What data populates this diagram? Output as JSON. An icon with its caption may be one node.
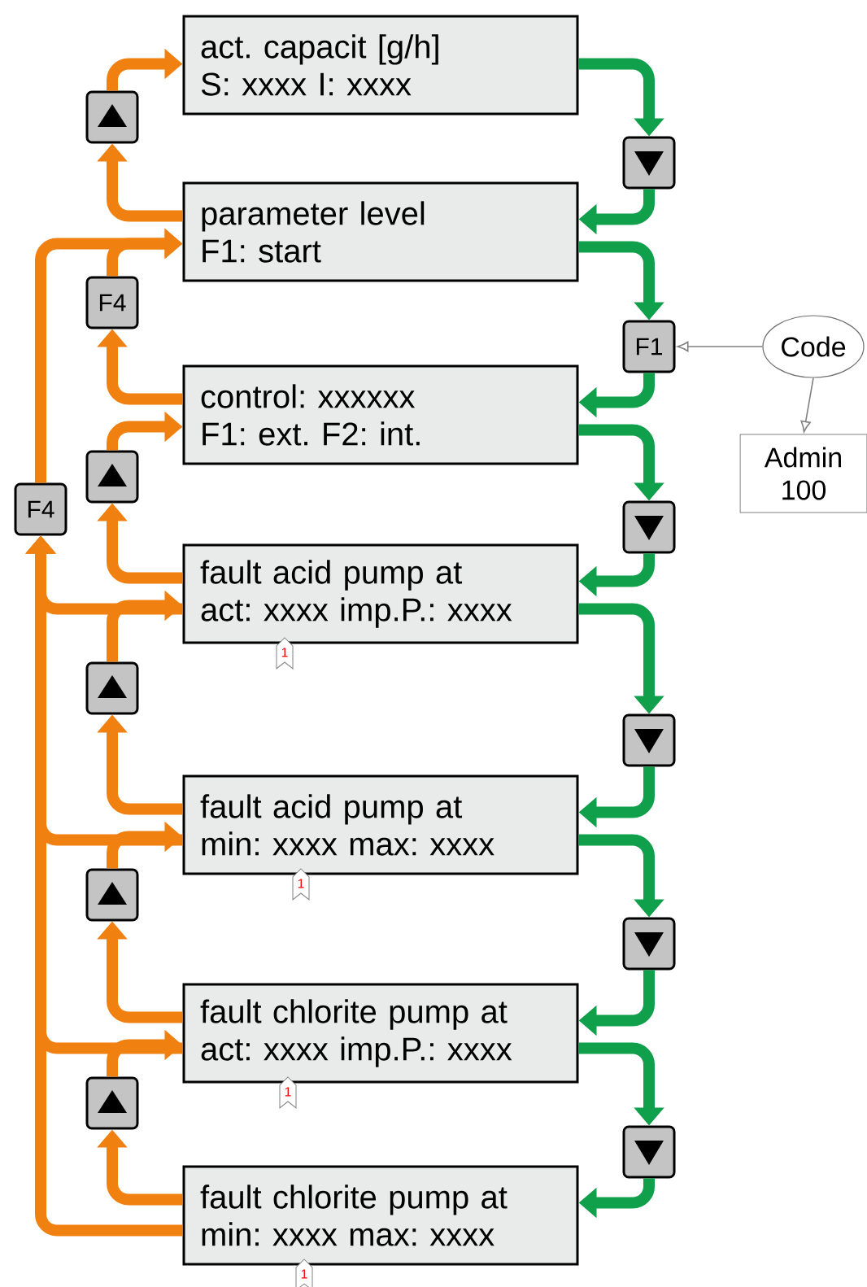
{
  "diagram": {
    "nodes": [
      {
        "text": [
          "act. capacit [g/h]",
          "S: xxxx I: xxxx"
        ]
      },
      {
        "text": [],
        "shape": "box"
      },
      {
        "text": [],
        "shape": "box"
      },
      {
        "text": [
          "parameter level",
          "F1: start"
        ]
      },
      {
        "text": [
          "F4"
        ]
      },
      {
        "text": [
          "F1"
        ]
      },
      {
        "text": [
          "Code"
        ]
      },
      {
        "text": [
          "Admin 100"
        ]
      },
      {
        "text": [
          "control: xxxxxx",
          "F1: ext. F2: int."
        ]
      },
      {
        "text": [],
        "shape": "box"
      },
      {
        "text": [],
        "shape": "box"
      },
      {
        "text": [
          "F4"
        ]
      },
      {
        "text": [
          "fault acid pump at",
          "act: xxxx imp.P.: xxxx"
        ],
        "beside": [
          "1"
        ]
      },
      {
        "text": [],
        "shape": "box"
      },
      {
        "text": [],
        "shape": "box"
      },
      {
        "text": [
          "fault acid pump at",
          "min: xxxx max: xxxx"
        ],
        "beside": [
          "1"
        ]
      },
      {
        "text": [],
        "shape": "box"
      },
      {
        "text": [],
        "shape": "box"
      },
      {
        "text": [
          "fault chlorite pump at",
          "act: xxxx imp.P.: xxxx"
        ],
        "beside": [
          "1"
        ]
      },
      {
        "text": [],
        "shape": "box"
      },
      {
        "text": [],
        "shape": "box"
      },
      {
        "text": [
          "fault chlorite pump at",
          "min: xxxx max: xxxx"
        ],
        "beside": [
          "1"
        ]
      }
    ],
    "edges": [
      {
        "from": 3,
        "to": 1,
        "arrow": "to"
      },
      {
        "from": 1,
        "to": 0,
        "arrow": "to"
      },
      {
        "from": 8,
        "to": 4,
        "arrow": "to"
      },
      {
        "from": 4,
        "to": 3,
        "arrow": "to"
      },
      {
        "from": 12,
        "to": 9,
        "arrow": "to"
      },
      {
        "from": 9,
        "to": 8,
        "arrow": "to"
      },
      {
        "from": 15,
        "to": 13,
        "arrow": "to"
      },
      {
        "from": 13,
        "to": 12,
        "arrow": "to"
      },
      {
        "from": 18,
        "to": 16,
        "arrow": "to"
      },
      {
        "from": 16,
        "to": 15,
        "arrow": "to"
      },
      {
        "from": 21,
        "to": 19,
        "arrow": "to"
      },
      {
        "from": 19,
        "to": 18,
        "arrow": "to"
      },
      {
        "from": 12,
        "to": 11,
        "arrow": "to"
      },
      {
        "from": 15,
        "to": 11,
        "arrow": "to"
      },
      {
        "from": 18,
        "to": 11,
        "arrow": "to"
      },
      {
        "from": 21,
        "to": 11,
        "arrow": "to"
      },
      {
        "from": 11,
        "to": 3,
        "arrow": "to"
      },
      {
        "from": 0,
        "to": 2,
        "arrow": "to",
        "color": "#10a04c"
      },
      {
        "from": 2,
        "to": 3,
        "arrow": "to",
        "color": "#10a04c"
      },
      {
        "from": 3,
        "to": 5,
        "arrow": "to",
        "color": "#10a04c"
      },
      {
        "from": 5,
        "to": 8,
        "arrow": "to",
        "color": "#10a04c"
      },
      {
        "from": 8,
        "to": 10,
        "arrow": "to",
        "color": "#10a04c"
      },
      {
        "from": 10,
        "to": 12,
        "arrow": "to",
        "color": "#10a04c"
      },
      {
        "from": 12,
        "to": 14,
        "arrow": "to",
        "color": "#10a04c"
      },
      {
        "from": 14,
        "to": 15,
        "arrow": "to",
        "color": "#10a04c"
      },
      {
        "from": 15,
        "to": 17,
        "arrow": "to",
        "color": "#10a04c"
      },
      {
        "from": 17,
        "to": 18,
        "arrow": "to",
        "color": "#10a04c"
      },
      {
        "from": 18,
        "to": 20,
        "arrow": "to",
        "color": "#10a04c"
      },
      {
        "from": 20,
        "to": 21,
        "arrow": "to",
        "color": "#10a04c"
      },
      {
        "from": 6,
        "to": 5,
        "arrow": "to",
        "color": "#808080"
      },
      {
        "from": 6,
        "to": 7,
        "arrow": "to",
        "color": "#808080"
      }
    ]
  }
}
